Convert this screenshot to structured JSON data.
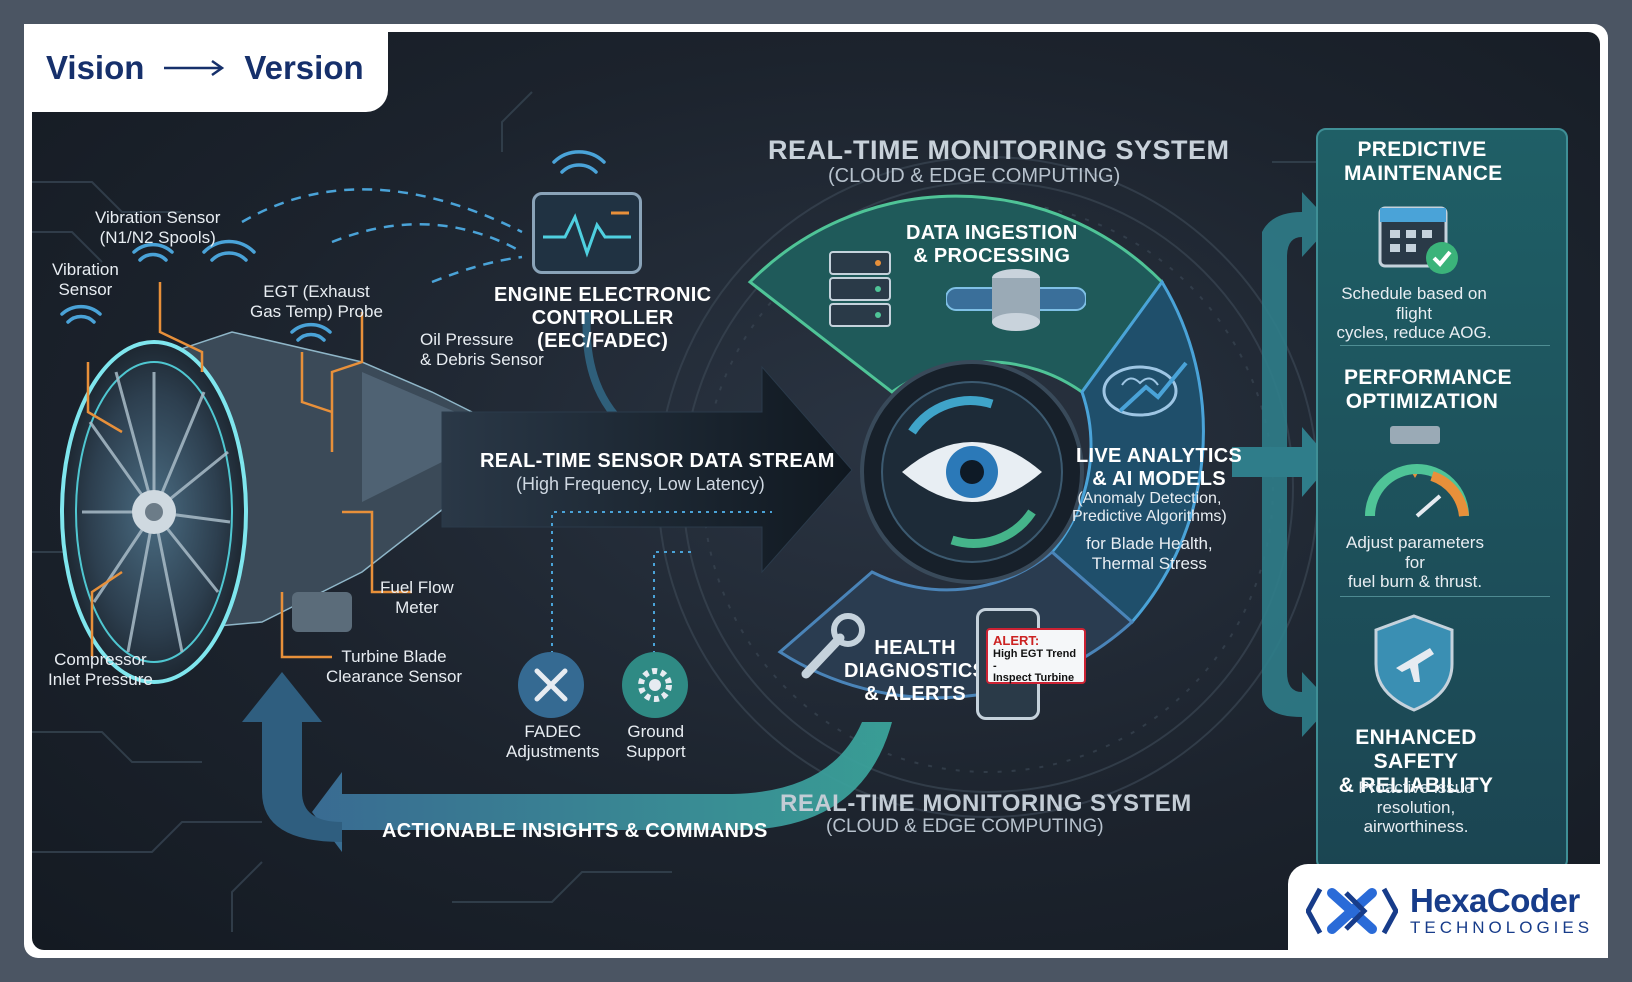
{
  "header": {
    "left_word": "Vision",
    "right_word": "Version"
  },
  "engine_sensors": {
    "vibration_n1n2": "Vibration Sensor\n(N1/N2 Spools)",
    "vibration": "Vibration\nSensor",
    "egt_probe": "EGT (Exhaust\nGas Temp) Probe",
    "oil_pressure": "Oil Pressure\n& Debris Sensor",
    "fuel_flow": "Fuel Flow\nMeter",
    "turbine_blade": "Turbine Blade\nClearance Sensor",
    "compressor_inlet": "Compressor\nInlet Pressure"
  },
  "controller": {
    "title": "ENGINE ELECTRONIC\nCONTROLLER\n(EEC/FADEC)"
  },
  "data_stream": {
    "title": "REAL-TIME SENSOR DATA STREAM",
    "subtitle": "(High Frequency, Low Latency)"
  },
  "monitoring_top": {
    "title": "REAL-TIME MONITORING SYSTEM",
    "subtitle": "(CLOUD & EDGE COMPUTING)"
  },
  "monitoring_bottom": {
    "title": "REAL-TIME MONITORING SYSTEM",
    "subtitle": "(CLOUD & EDGE COMPUTING)"
  },
  "ingestion": {
    "title": "DATA INGESTION\n& PROCESSING"
  },
  "analytics": {
    "title": "LIVE ANALYTICS\n& AI MODELS",
    "detail": "(Anomaly Detection,\nPredictive Algorithms)",
    "detail2": "for Blade Health,\nThermal Stress"
  },
  "diagnostics": {
    "title": "HEALTH\nDIAGNOSTICS\n& ALERTS",
    "alert_heading": "ALERT:",
    "alert_text": "High EGT Trend -\nInspect Turbine"
  },
  "feedback": {
    "fadec": "FADEC\nAdjustments",
    "ground": "Ground\nSupport",
    "commands": "ACTIONABLE INSIGHTS & COMMANDS"
  },
  "outcomes": [
    {
      "title": "PREDICTIVE\nMAINTENANCE",
      "text": "Schedule based on flight\ncycles, reduce AOG."
    },
    {
      "title": "PERFORMANCE\nOPTIMIZATION",
      "text": "Adjust parameters for\nfuel burn & thrust."
    },
    {
      "title": "ENHANCED SAFETY\n& RELIABILITY",
      "text": "Proactive issue resolution,\nairworthiness."
    }
  ],
  "logo": {
    "name": "HexaCoder",
    "tagline": "TECHNOLOGIES"
  },
  "colors": {
    "accent_teal": "#3fb6b0",
    "accent_blue": "#4aa3d8",
    "panel_teal": "#1f5f66",
    "leader_orange": "#e8903a",
    "background": "#1c232d"
  }
}
